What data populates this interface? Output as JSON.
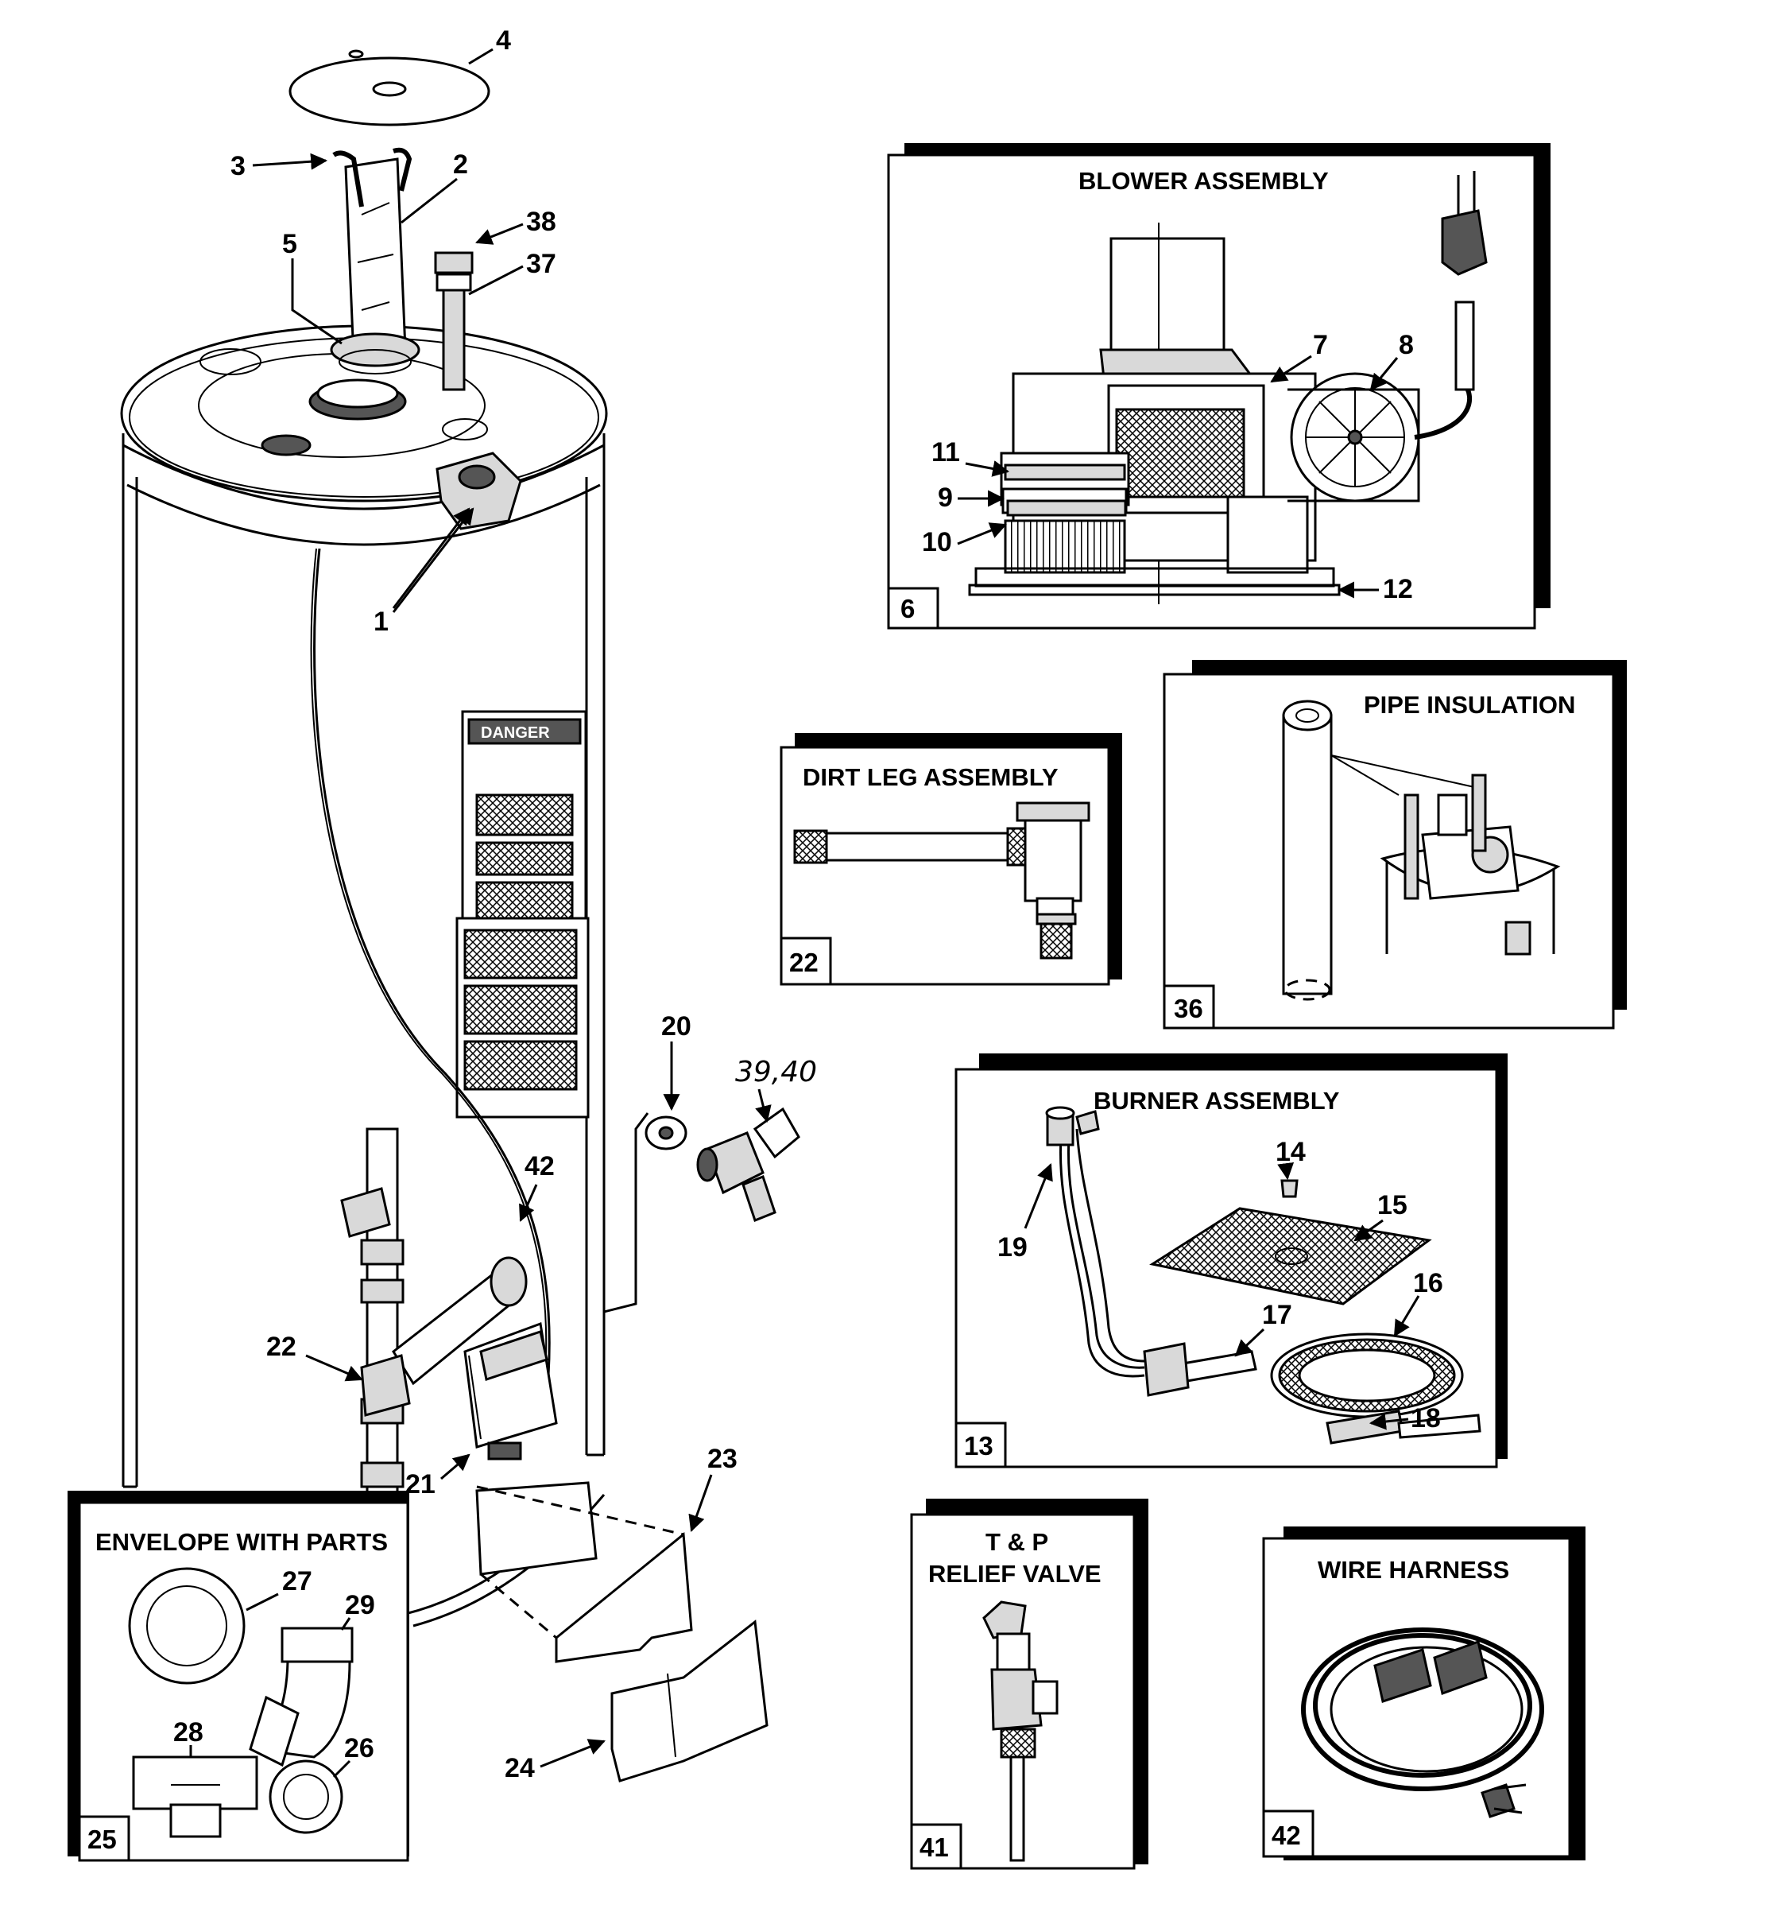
{
  "callouts": {
    "c1": "1",
    "c2": "2",
    "c3": "3",
    "c4": "4",
    "c5": "5",
    "c20": "20",
    "c21": "21",
    "c22": "22",
    "c23": "23",
    "c24": "24",
    "c37": "37",
    "c38": "38",
    "c39_40": "39,40",
    "c42": "42"
  },
  "panels": {
    "blower": {
      "title": "BLOWER ASSEMBLY",
      "number": "6",
      "callouts": {
        "c7": "7",
        "c8": "8",
        "c9": "9",
        "c10": "10",
        "c11": "11",
        "c12": "12"
      }
    },
    "dirt_leg": {
      "title": "DIRT LEG ASSEMBLY",
      "number": "22"
    },
    "pipe_insulation": {
      "title": "PIPE INSULATION",
      "number": "36"
    },
    "burner": {
      "title": "BURNER ASSEMBLY",
      "number": "13",
      "callouts": {
        "c14": "14",
        "c15": "15",
        "c16": "16",
        "c17": "17",
        "c18": "18",
        "c19": "19"
      }
    },
    "tp_valve": {
      "title_line1": "T & P",
      "title_line2": "RELIEF VALVE",
      "number": "41"
    },
    "wire_harness": {
      "title": "WIRE HARNESS",
      "number": "42"
    },
    "envelope": {
      "title": "ENVELOPE WITH PARTS",
      "number": "25",
      "callouts": {
        "c26": "26",
        "c27": "27",
        "c28": "28",
        "c29": "29"
      }
    }
  },
  "labels": {
    "danger": "DANGER"
  }
}
